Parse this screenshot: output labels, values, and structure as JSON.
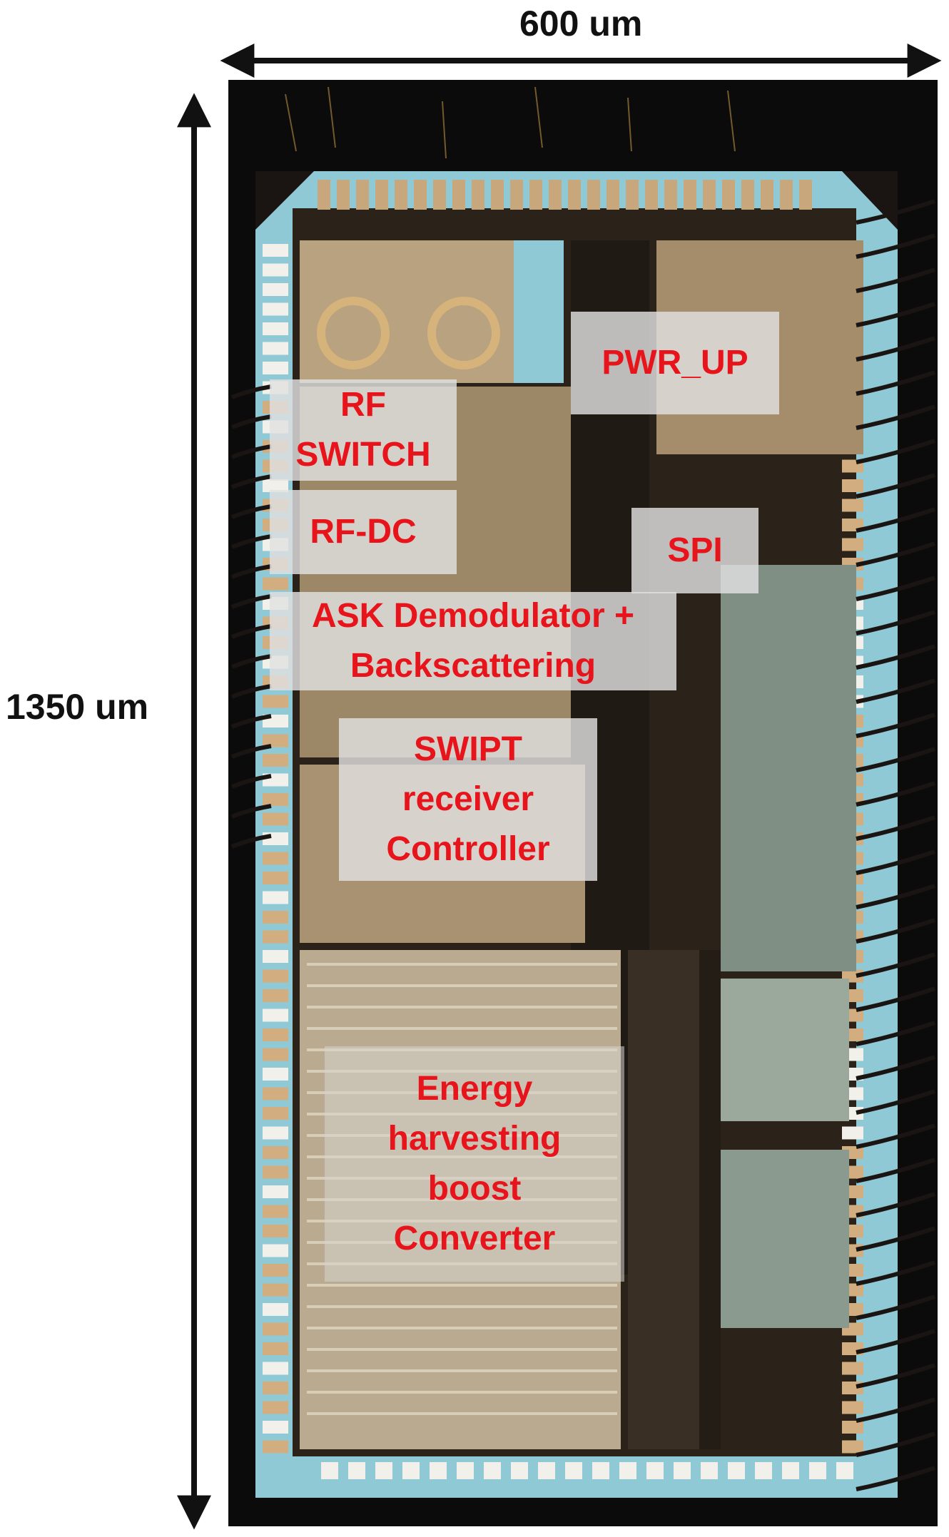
{
  "dimensions": {
    "width_label": "600 um",
    "height_label": "1350 um"
  },
  "blocks": {
    "rf_switch": [
      "RF",
      "SWITCH"
    ],
    "pwr_up": [
      "PWR_UP"
    ],
    "rf_dc": [
      "RF-DC"
    ],
    "spi": [
      "SPI"
    ],
    "ask": [
      "ASK Demodulator +",
      "Backscattering"
    ],
    "swipt": [
      "SWIPT",
      "receiver",
      "Controller"
    ],
    "energy": [
      "Energy",
      "harvesting",
      "boost",
      "Converter"
    ]
  },
  "colors": {
    "label": "#e8141b",
    "die_background": "#0b0b0b",
    "metal_ring": "#8fc9d6",
    "core": "#2a221a"
  }
}
